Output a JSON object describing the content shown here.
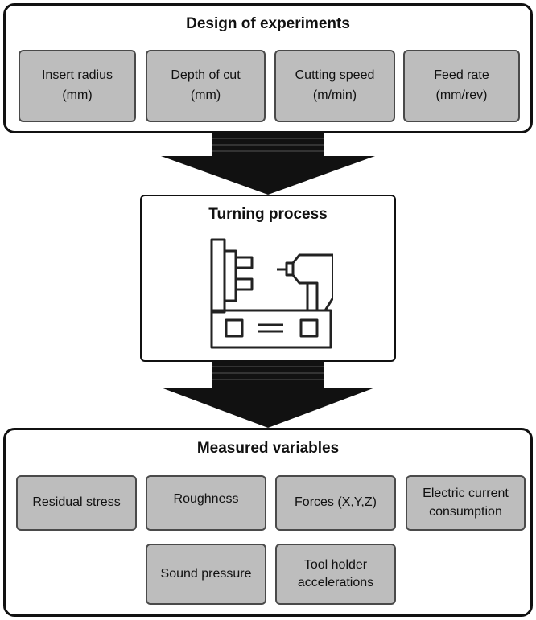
{
  "design": {
    "title": "Design of experiments",
    "items": [
      {
        "line1": "Insert radius",
        "line2": "(mm)"
      },
      {
        "line1": "Depth of cut",
        "line2": "(mm)"
      },
      {
        "line1": "Cutting speed",
        "line2": "(m/min)"
      },
      {
        "line1": "Feed rate",
        "line2": "(mm/rev)"
      }
    ]
  },
  "process": {
    "title": "Turning process",
    "icon": "lathe-icon"
  },
  "measured": {
    "title": "Measured variables",
    "items": [
      {
        "line1": "Residual stress",
        "line2": ""
      },
      {
        "line1": "Roughness",
        "line2": ""
      },
      {
        "line1": "Forces (X,Y,Z)",
        "line2": ""
      },
      {
        "line1": "Electric current",
        "line2": "consumption"
      },
      {
        "line1": "Sound pressure",
        "line2": ""
      },
      {
        "line1": "Tool holder",
        "line2": "accelerations"
      }
    ]
  },
  "colors": {
    "box_fill": "#bdbdbd",
    "border": "#111111",
    "arrow": "#111111"
  }
}
